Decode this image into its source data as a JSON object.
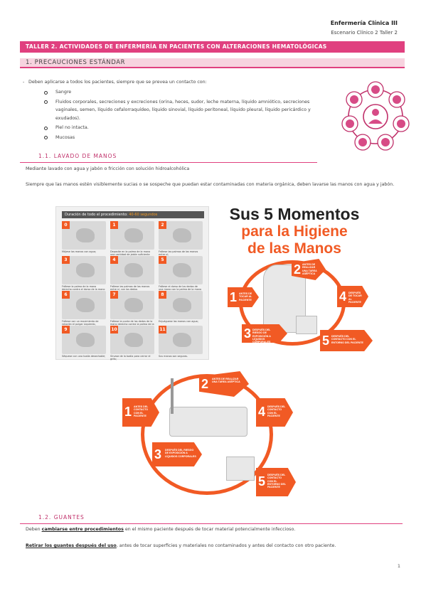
{
  "header": {
    "course": "Enfermería Clínica III",
    "subtitle": "Escenario Clínico 2 Taller 2"
  },
  "banner": "TALLER 2. ACTIVIDADES DE ENFERMERÍA EN PACIENTES CON ALTERACIONES HEMATOLÓGICAS",
  "section1": {
    "title": "1.   PRECAUCIONES ESTÁNDAR",
    "dash": "-",
    "intro": "Deben aplicarse a todos los pacientes, siempre que se prevea un contacto con:",
    "items": [
      "Sangre",
      "Fluidos corporales, secreciones y excreciones (orina, heces, sudor, leche materna, líquido amniótico, secreciones vaginales, semen, líquido cefalorraquídeo, líquido sinovial, líquido peritoneal, líquido pleural, líquido pericárdico y exudados).",
      "Piel no intacta.",
      "Mucosas"
    ]
  },
  "section11": {
    "title": "1.1.  LAVADO DE MANOS",
    "line1": "Mediante lavado con agua y jabón o fricción con solución hidroalcohólica",
    "line2": "Siempre que las manos estén visiblemente sucias o se sospeche que puedan estar contaminadas con materia orgánica, deben lavarse las manos con agua y jabón."
  },
  "steps_image": {
    "header_label": "Duración de todo el procedimiento:",
    "header_time": "40-60 segundos",
    "steps": [
      {
        "num": "0",
        "caption": "Mójese las manos con agua;"
      },
      {
        "num": "1",
        "caption": "Deposite en la palma de la mano una cantidad de jabón suficiente para cubrir todas las superficies de las manos;"
      },
      {
        "num": "2",
        "caption": "Frótese las palmas de las manos entre sí;"
      },
      {
        "num": "3",
        "caption": "Frótese la palma de la mano derecha contra el dorso de la mano izquierda entrelazando los dedos y viceversa;"
      },
      {
        "num": "4",
        "caption": "Frótese las palmas de las manos entre sí, con los dedos entrelazados;"
      },
      {
        "num": "5",
        "caption": "Frótese el dorso de los dedos de una mano con la palma de la mano opuesta, agarrándose los dedos;"
      },
      {
        "num": "6",
        "caption": "Frótese con un movimiento de rotación el pulgar izquierdo, atrapándolo con la palma de la mano derecha y viceversa;"
      },
      {
        "num": "7",
        "caption": "Frótese la punta de los dedos de la mano derecha contra la palma de la mano izquierda, haciendo un movimiento de rotación y viceversa;"
      },
      {
        "num": "8",
        "caption": "Enjuáguese las manos con agua;"
      },
      {
        "num": "9",
        "caption": "Séquese con una toalla desechable;"
      },
      {
        "num": "10",
        "caption": "Sírvase de la toalla para cerrar el grifo;"
      },
      {
        "num": "11",
        "caption": "Sus manos son seguras."
      }
    ]
  },
  "poster1": {
    "title1": "Sus 5 Momentos",
    "title2": "para la Higiene",
    "title3": "de las Manos",
    "moments": [
      {
        "num": "1",
        "text": "Antes de tocar al paciente"
      },
      {
        "num": "2",
        "text": "Antes de realizar una tarea aséptica"
      },
      {
        "num": "3",
        "text": "Después del riesgo de exposición a líquidos corporales"
      },
      {
        "num": "4",
        "text": "Después de tocar al paciente"
      },
      {
        "num": "5",
        "text": "Después del contacto con el entorno del paciente"
      }
    ]
  },
  "poster2": {
    "moments": [
      {
        "num": "1",
        "text": "Antes del contacto con el paciente"
      },
      {
        "num": "2",
        "text": "Antes de realizar una tarea aséptica"
      },
      {
        "num": "3",
        "text": "Después del riesgo de exposición a líquidos corporales"
      },
      {
        "num": "4",
        "text": "Después del contacto con el paciente"
      },
      {
        "num": "5",
        "text": "Después del contacto con el entorno del paciente"
      }
    ]
  },
  "section12": {
    "title": "1.2.  GUANTES",
    "p1_pre": "Deben ",
    "p1_bold": "cambiarse entre procedimientos",
    "p1_post": " en el mismo paciente después de tocar material potencialmente infeccioso.",
    "p2_bold": "Retirar los guantes después del uso",
    "p2_post": ", antes de tocar superficies y materiales no contaminados y antes del contacto con otro paciente."
  },
  "page_number": "1",
  "colors": {
    "accent": "#e0407f",
    "orange": "#f15a24"
  }
}
